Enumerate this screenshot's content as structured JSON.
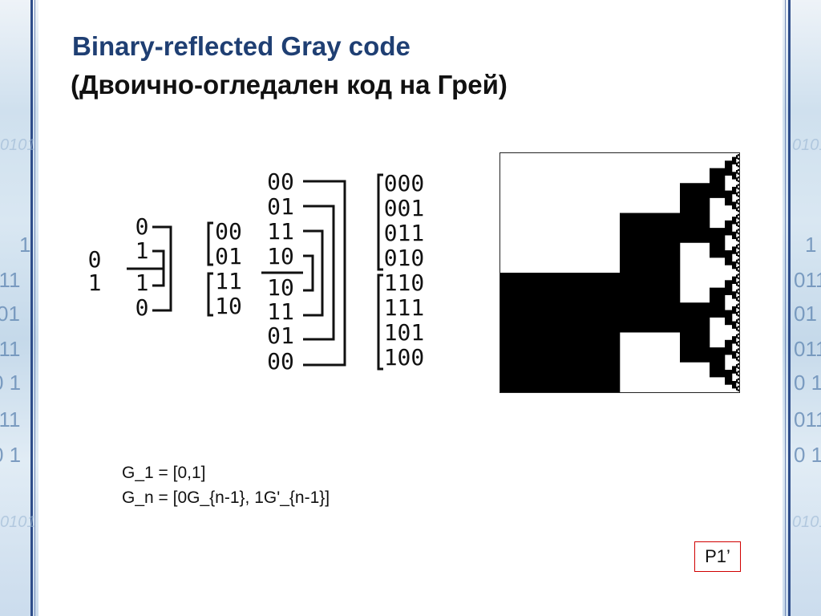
{
  "slide": {
    "title": "Binary-reflected Gray code",
    "subtitle": "(Двоично-огледален код на Грей)",
    "formulas": [
      "G_1 = [0,1]",
      "G_n = [0G_{n-1}, 1G'_{n-1}]"
    ],
    "badge": "P1’"
  },
  "diagram": {
    "col1": [
      "0",
      "1"
    ],
    "col2": [
      "0",
      "1",
      "1",
      "0"
    ],
    "col3": [
      "00",
      "01",
      "11",
      "10"
    ],
    "col4": [
      "00",
      "01",
      "11",
      "10",
      "10",
      "11",
      "01",
      "00"
    ],
    "col5": [
      "000",
      "001",
      "011",
      "010",
      "110",
      "111",
      "101",
      "100"
    ]
  },
  "gray_grid": {
    "rows": 256,
    "bits": 8,
    "colors": {
      "one": "#000000",
      "zero": "#ffffff"
    }
  },
  "decor": {
    "accent": "#1f3f73",
    "badge_border": "#d00000",
    "side_digits": [
      "1",
      "011",
      "01",
      "011",
      "0 1",
      "011",
      "0 1",
      "0101",
      "0101"
    ]
  }
}
